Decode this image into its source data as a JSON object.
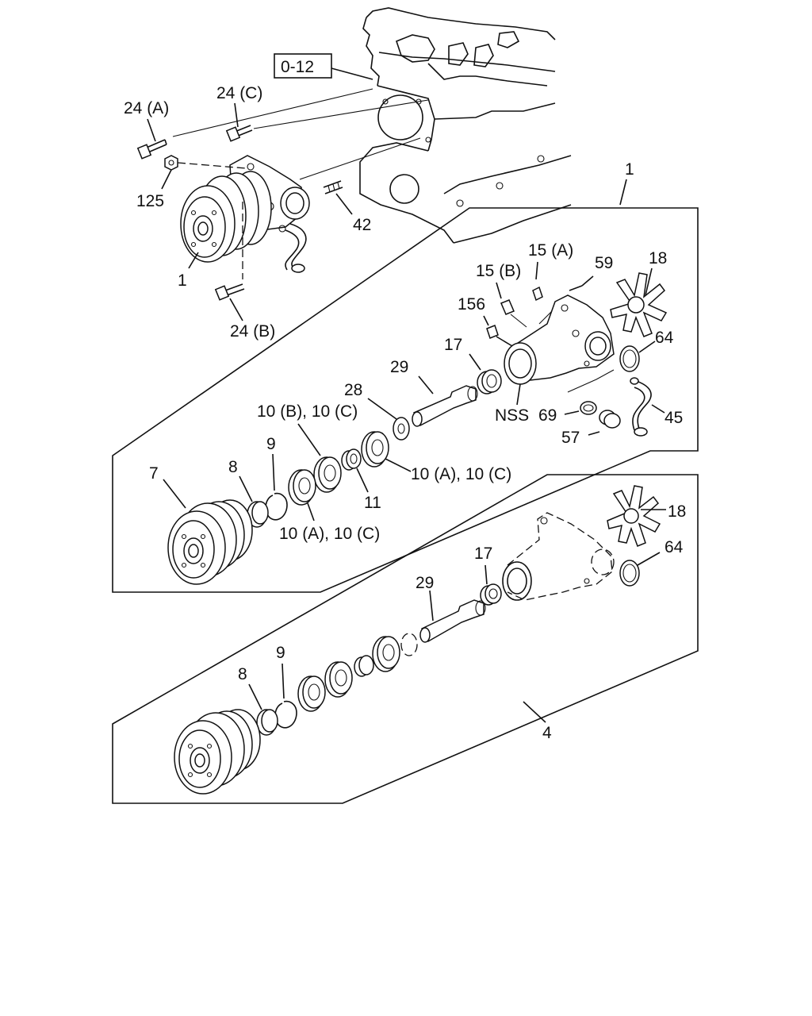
{
  "ref_box": "0-12",
  "labels": {
    "l24a": "24 (A)",
    "l24c": "24 (C)",
    "l24b": "24 (B)",
    "l125": "125",
    "l42": "42",
    "l1_small": "1",
    "l1_group": "1",
    "l15a": "15 (A)",
    "l15b": "15 (B)",
    "l59": "59",
    "l18_top": "18",
    "l156": "156",
    "l64_top": "64",
    "l17_top": "17",
    "l29_top": "29",
    "l28": "28",
    "lnss": "NSS",
    "l69": "69",
    "l45": "45",
    "l57": "57",
    "l10bc": "10 (B), 10 (C)",
    "l9_top": "9",
    "l8_top": "8",
    "l7": "7",
    "l11": "11",
    "l10ac_right": "10 (A), 10 (C)",
    "l10ac_left": "10 (A), 10 (C)",
    "l18_bot": "18",
    "l64_bot": "64",
    "l17_bot": "17",
    "l29_bot": "29",
    "l9_bot": "9",
    "l8_bot": "8",
    "l4": "4"
  }
}
